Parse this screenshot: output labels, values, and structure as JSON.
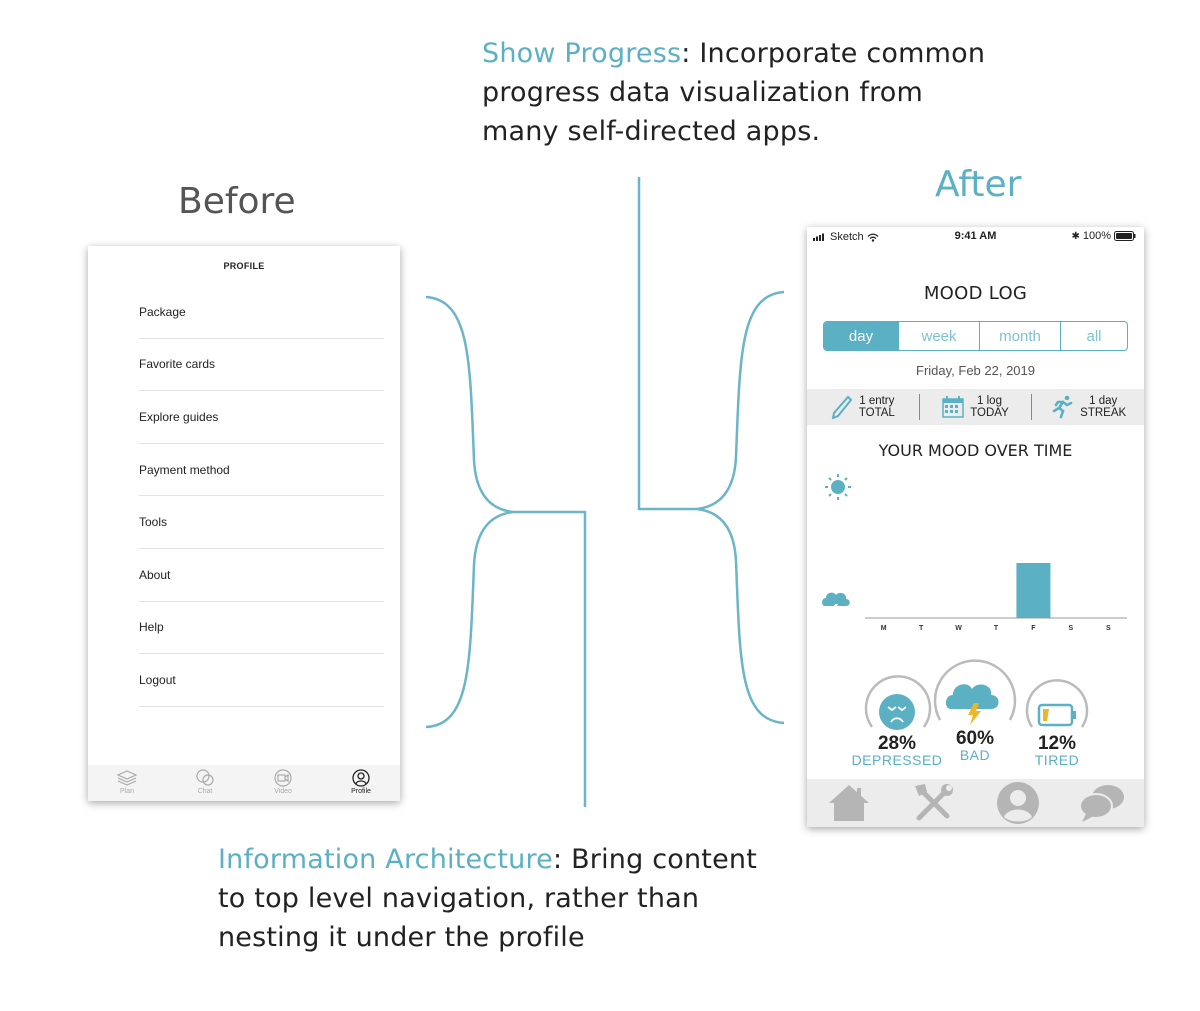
{
  "captions": {
    "top_highlight": "Show Progress",
    "top_rest_1": ": Incorporate common",
    "top_line_2": "progress data visualization from",
    "top_line_3": "many self-directed apps.",
    "bottom_highlight": "Information Architecture",
    "bottom_rest_1": ": Bring content",
    "bottom_line_2": "to top level navigation, rather than",
    "bottom_line_3": "nesting it under the profile"
  },
  "headings": {
    "before": "Before",
    "after": "After"
  },
  "before_screen": {
    "title": "PROFILE",
    "menu": [
      "Package",
      "Favorite cards",
      "Explore guides",
      "Payment method",
      "Tools",
      "About",
      "Help",
      "Logout"
    ],
    "tabs": [
      {
        "label": "Plan",
        "icon": "layers-icon"
      },
      {
        "label": "Chat",
        "icon": "chat-bubbles-icon"
      },
      {
        "label": "Video",
        "icon": "video-camera-icon"
      },
      {
        "label": "Profile",
        "icon": "profile-icon"
      }
    ],
    "active_tab": "Profile"
  },
  "after_screen": {
    "status_bar": {
      "carrier": "Sketch",
      "time": "9:41 AM",
      "battery": "100%"
    },
    "title": "MOOD LOG",
    "segments": [
      "day",
      "week",
      "month",
      "all"
    ],
    "selected_segment": "day",
    "date": "Friday, Feb 22, 2019",
    "stats": [
      {
        "top": "1 entry",
        "bottom": "TOTAL",
        "icon": "pencil-icon"
      },
      {
        "top": "1 log",
        "bottom": "TODAY",
        "icon": "calendar-icon"
      },
      {
        "top": "1 day",
        "bottom": "STREAK",
        "icon": "runner-icon"
      }
    ],
    "chart_title": "YOUR MOOD OVER TIME",
    "moods": [
      {
        "pct": "28%",
        "label": "DEPRESSED",
        "icon": "sad-face-icon"
      },
      {
        "pct": "60%",
        "label": "BAD",
        "icon": "storm-cloud-icon"
      },
      {
        "pct": "12%",
        "label": "TIRED",
        "icon": "low-battery-icon"
      }
    ],
    "tabs": [
      "home-icon",
      "tools-icon",
      "profile-icon",
      "chat-icon"
    ]
  },
  "chart_data": {
    "type": "bar",
    "title": "YOUR MOOD OVER TIME",
    "categories": [
      "M",
      "T",
      "W",
      "T",
      "F",
      "S",
      "S"
    ],
    "values": [
      0,
      0,
      0,
      0,
      1,
      0,
      0
    ],
    "ylim": [
      0,
      1
    ],
    "y_top_icon": "sun-icon",
    "y_bottom_icon": "storm-cloud-icon",
    "bar_color": "#5bb0c4"
  },
  "colors": {
    "accent": "#5bb0c4",
    "gray": "#b0b0b0"
  }
}
